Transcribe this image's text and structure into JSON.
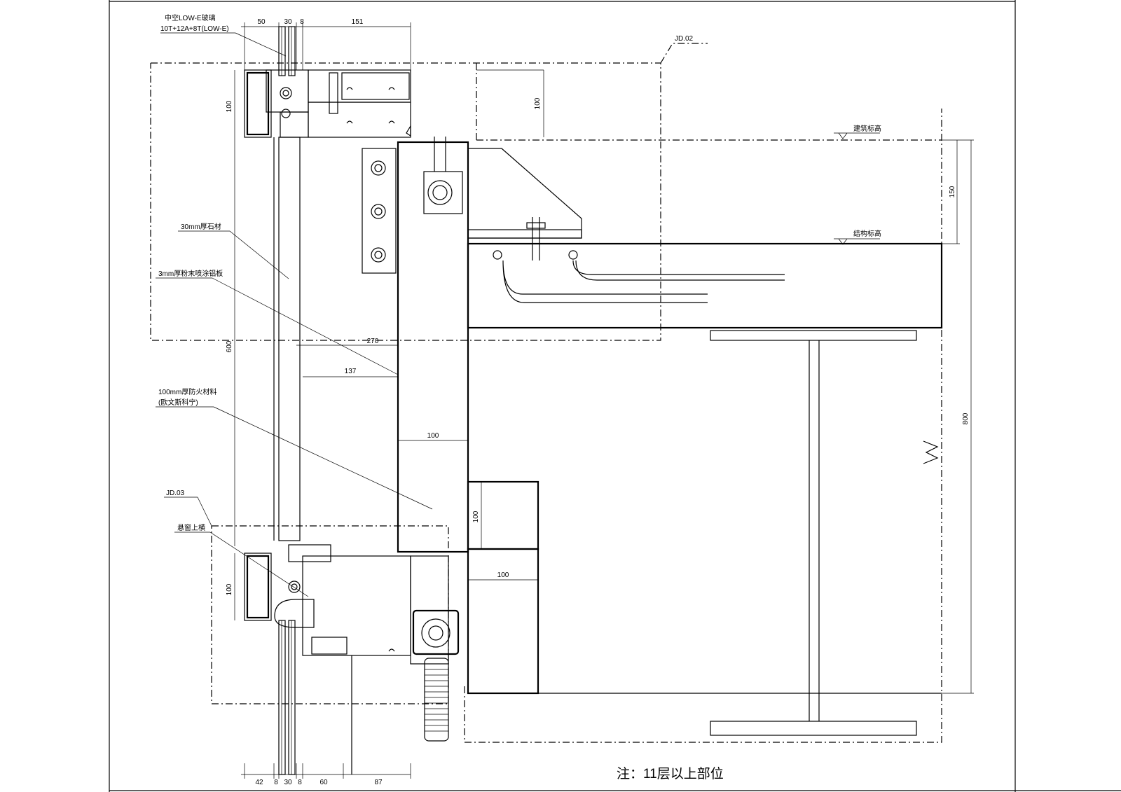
{
  "callouts": {
    "glass_title": "中空LOW-E玻璃",
    "glass_spec": "10T+12A+8T(LOW-E)",
    "jd02": "JD.02",
    "jd03": "JD.03",
    "stone": "30mm厚石材",
    "aluminum": "3mm厚粉末喷涂铝板",
    "fireproof_1": "100mm厚防火材料",
    "fireproof_2": "(欧文斯科宁)",
    "transom": "悬窗上横",
    "arch_level": "建筑标高",
    "struct_level": "结构标高"
  },
  "dims": {
    "top_50": "50",
    "top_30": "30",
    "top_8": "8",
    "top_151": "151",
    "left_100_top": "100",
    "mid_100_top": "100",
    "left_600": "600",
    "d_270": "270",
    "d_137": "137",
    "d_100_insul": "100",
    "d_100_v": "100",
    "d_100_h": "100",
    "left_100_bot": "100",
    "bot_42": "42",
    "bot_8a": "8",
    "bot_30": "30",
    "bot_8b": "8",
    "bot_60": "60",
    "bot_87": "87",
    "right_150": "150",
    "right_800": "800"
  },
  "note": "注：11层以上部位"
}
